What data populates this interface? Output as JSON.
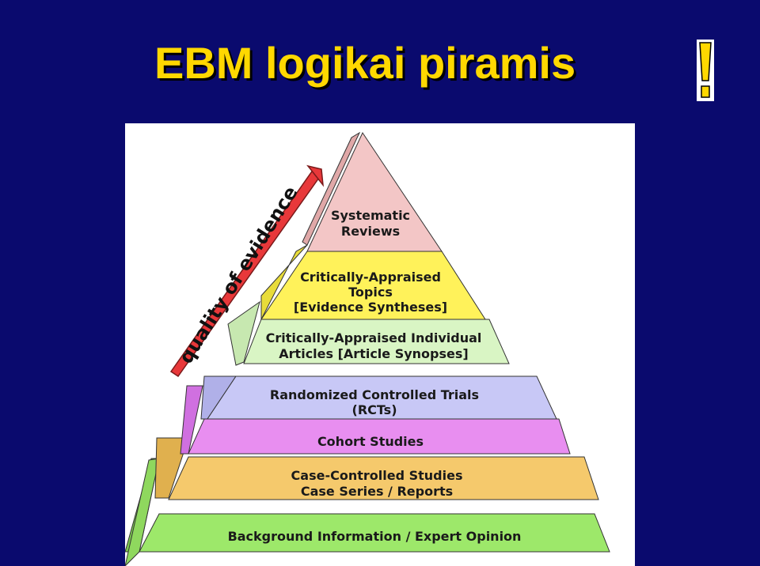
{
  "slide": {
    "title": "EBM logikai piramis"
  },
  "pyramid": {
    "side_label": "quality of evidence",
    "levels": [
      {
        "lines": [
          "Systematic",
          "Reviews"
        ],
        "color": "#f3c6c6"
      },
      {
        "lines": [
          "Critically-Appraised",
          "Topics",
          "[Evidence Syntheses]"
        ],
        "color": "#fff25a"
      },
      {
        "lines": [
          "Critically-Appraised Individual",
          "Articles [Article Synopses]"
        ],
        "color": "#d9f5c4"
      },
      {
        "lines": [
          "Randomized Controlled Trials",
          "(RCTs)"
        ],
        "color": "#c8c8f6"
      },
      {
        "lines": [
          "Cohort Studies"
        ],
        "color": "#e88ef0"
      },
      {
        "lines": [
          "Case-Controlled Studies",
          "Case Series / Reports"
        ],
        "color": "#f5c96c"
      },
      {
        "lines": [
          "Background Information / Expert Opinion"
        ],
        "color": "#9de86a"
      }
    ]
  },
  "colors": {
    "background": "#0a0a6e",
    "title": "#ffd800",
    "arrow": "#e8383a",
    "exclamation": "#ffd800"
  }
}
